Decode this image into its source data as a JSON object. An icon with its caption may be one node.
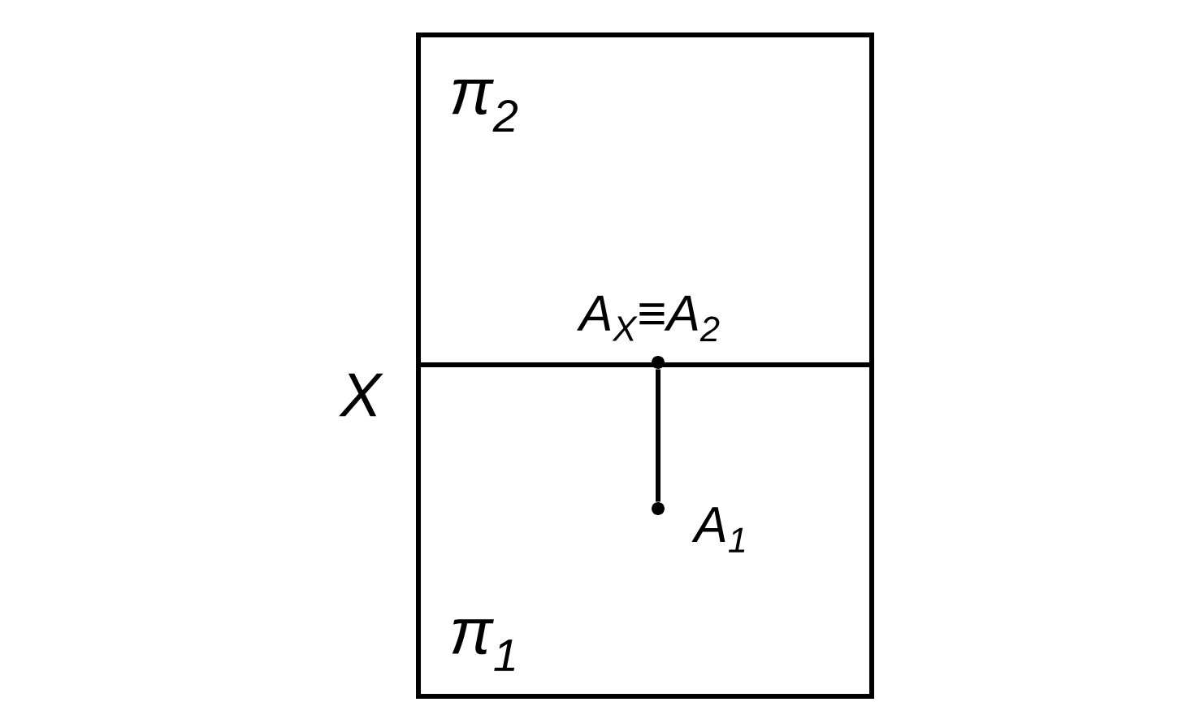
{
  "diagram": {
    "nodes": [
      {
        "text": [
          "π$_{2}$"
        ]
      },
      {
        "text": [
          "π$_{1}$"
        ]
      },
      {
        "text": [],
        "shape": "circle",
        "beside": [
          "A$_{X}$≡A$_{2}$"
        ]
      },
      {
        "text": [],
        "shape": "circle",
        "beside": [
          "A$_{1}$"
        ],
        "in": 1
      }
    ],
    "edges": [
      {
        "from": 2,
        "to": 3,
        "arrow": "none"
      }
    ],
    "labels": [
      "X"
    ]
  }
}
